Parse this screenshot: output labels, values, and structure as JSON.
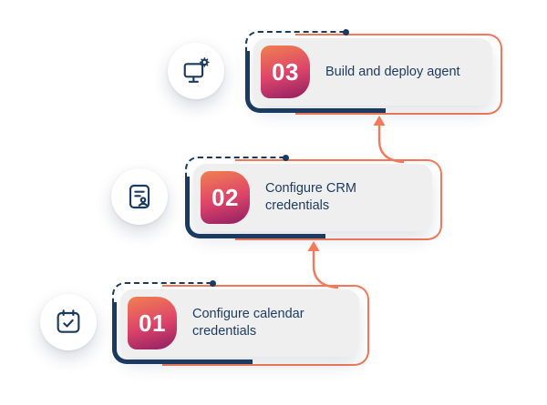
{
  "diagram": {
    "type": "vertical-step-flow",
    "direction": "bottom-to-top"
  },
  "colors": {
    "navy": "#1b3a5f",
    "orange": "#f4795b",
    "card_background": "#f0efef",
    "badge_gradient_start": "#f08050",
    "badge_gradient_end": "#8f1e63",
    "number_text": "#ffffff",
    "label_text": "#1b3a5f"
  },
  "steps": [
    {
      "number": "01",
      "label": "Configure calendar credentials",
      "icon": "calendar-check-icon"
    },
    {
      "number": "02",
      "label": "Configure CRM credentials",
      "icon": "document-user-icon"
    },
    {
      "number": "03",
      "label": "Build and deploy agent",
      "icon": "monitor-gear-icon"
    }
  ],
  "connectors": [
    {
      "name": "flow-arrow-1-to-2",
      "from": "01",
      "to": "02"
    },
    {
      "name": "flow-arrow-2-to-3",
      "from": "02",
      "to": "03"
    }
  ]
}
